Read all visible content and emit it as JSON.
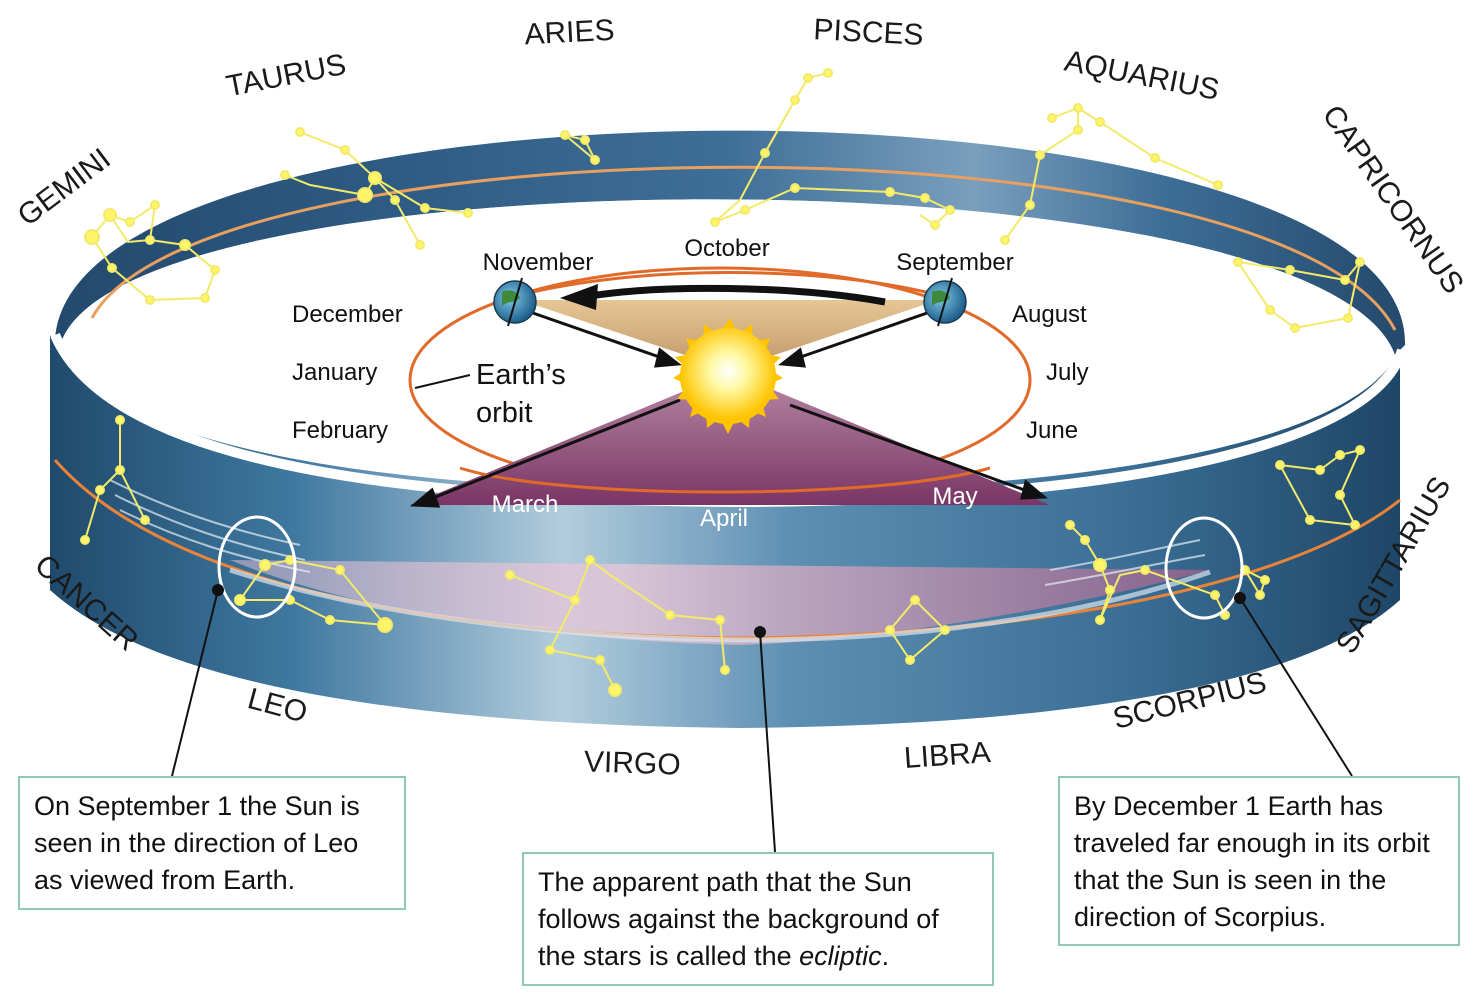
{
  "constellations": [
    "ARIES",
    "PISCES",
    "TAURUS",
    "AQUARIUS",
    "GEMINI",
    "CAPRICORNUS",
    "CANCER",
    "SAGITTARIUS",
    "LEO",
    "SCORPIUS",
    "VIRGO",
    "LIBRA"
  ],
  "months": [
    "November",
    "October",
    "September",
    "December",
    "August",
    "January",
    "July",
    "February",
    "June",
    "March",
    "April",
    "May"
  ],
  "orbit_label": [
    "Earth’s",
    "orbit"
  ],
  "callouts": {
    "left": "On September 1 the Sun is seen in the direction of Leo as viewed from Earth.",
    "center_before": "The apparent path that the Sun follows against the background of the stars is called the ",
    "center_term": "ecliptic",
    "center_after": ".",
    "right": "By December 1 Earth has traveled far enough in its orbit that the Sun is seen in the direction of Scorpius."
  },
  "colors": {
    "band_dark": "#284d70",
    "band_light": "#a9c6d8",
    "ecliptic_line": "#e8843a",
    "orbit": "#e06a2a",
    "star": "#fff56a",
    "sun": "#ffd000",
    "wedge_top": "#c8a070",
    "wedge_bottom": "#8a3f70",
    "callout_border": "#8fcbb4"
  },
  "icons": [
    "sun-icon",
    "earth-icon"
  ]
}
